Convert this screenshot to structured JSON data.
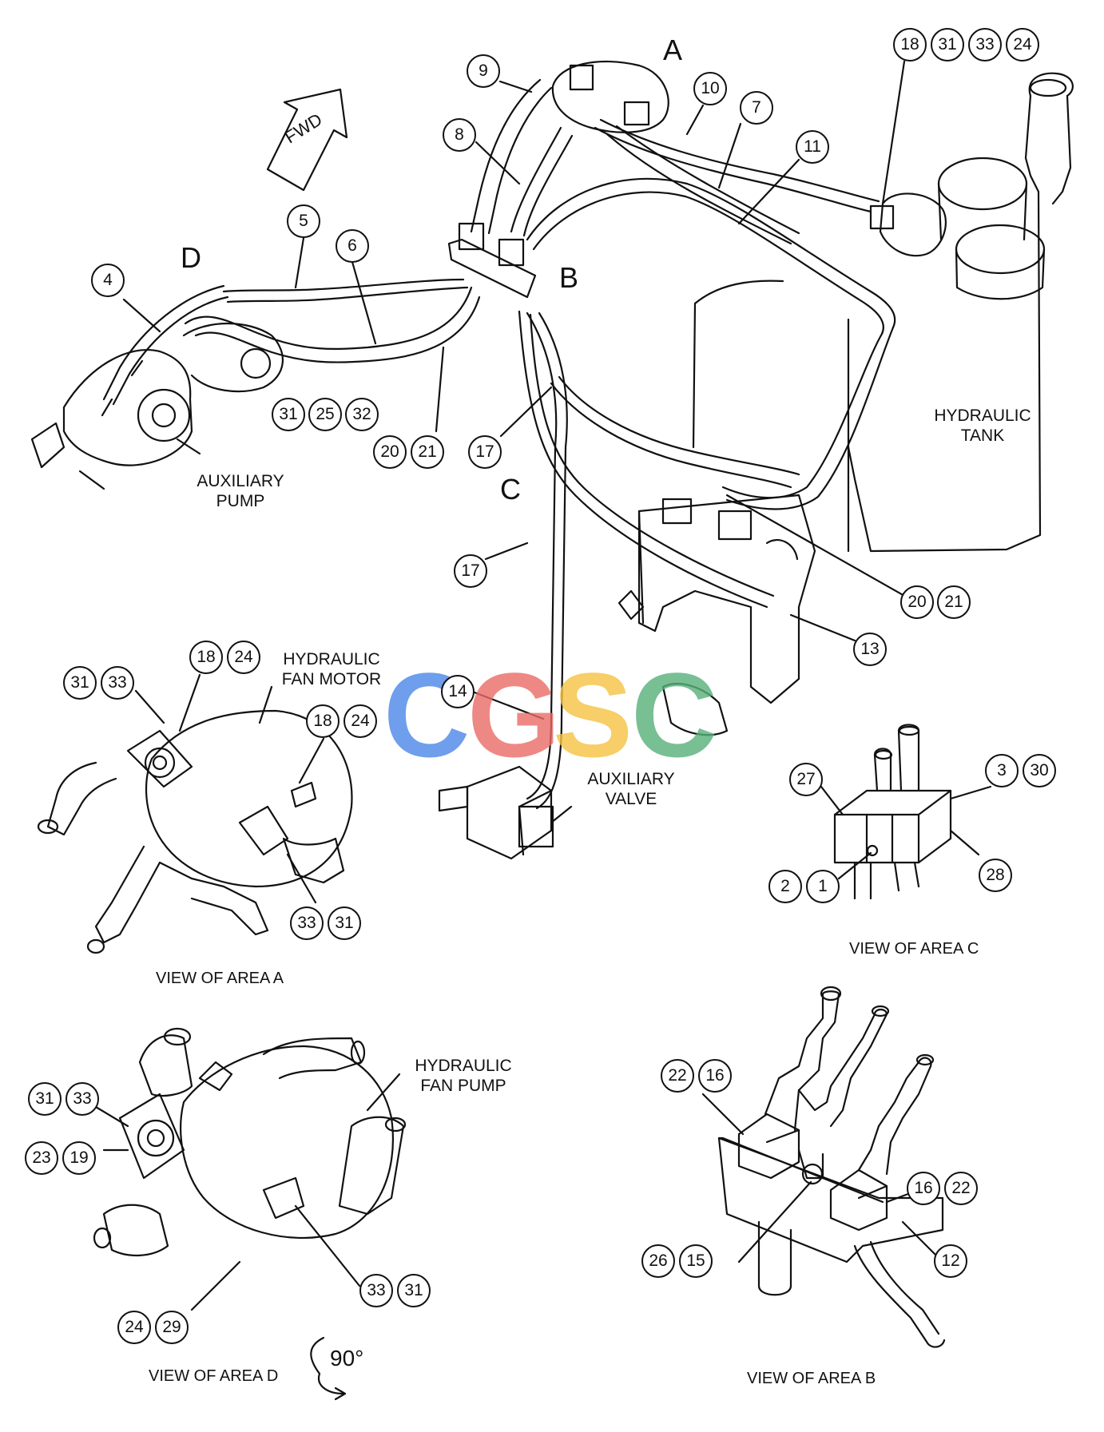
{
  "areas": {
    "a": "A",
    "b": "B",
    "c": "C",
    "d": "D"
  },
  "labels": {
    "fwd": "FWD",
    "auxiliary_pump": "AUXILIARY\nPUMP",
    "hydraulic_tank": "HYDRAULIC\nTANK",
    "hydraulic_fan_motor": "HYDRAULIC\nFAN MOTOR",
    "auxiliary_valve": "AUXILIARY\nVALVE",
    "hydraulic_fan_pump": "HYDRAULIC\nFAN PUMP",
    "rotation": "90°"
  },
  "views": {
    "a": "VIEW OF AREA A",
    "b": "VIEW OF AREA B",
    "c": "VIEW OF AREA C",
    "d": "VIEW OF AREA D"
  },
  "watermark": {
    "letters": [
      "C",
      "G",
      "S",
      "C"
    ],
    "colors": [
      "#4a86e8",
      "#ea6b66",
      "#f6c342",
      "#57b07a"
    ]
  },
  "callouts": {
    "main": {
      "n9": "9",
      "n8": "8",
      "n10": "10",
      "n7": "7",
      "n11": "11",
      "n18": "18",
      "n31": "31",
      "n33": "33",
      "n24": "24",
      "n5": "5",
      "n6": "6",
      "n4": "4",
      "n31b": "31",
      "n25": "25",
      "n32": "32",
      "n20": "20",
      "n21": "21",
      "n17a": "17",
      "n17b": "17",
      "n20b": "20",
      "n21b": "21",
      "n13": "13",
      "n14": "14"
    },
    "view_a": {
      "n31": "31",
      "n33": "33",
      "n18": "18",
      "n24": "24",
      "n18b": "18",
      "n24b": "24",
      "n33b": "33",
      "n31b": "31"
    },
    "view_c": {
      "n27": "27",
      "n3": "3",
      "n30": "30",
      "n2": "2",
      "n1": "1",
      "n28": "28"
    },
    "view_d": {
      "n31": "31",
      "n33": "33",
      "n23": "23",
      "n19": "19",
      "n33b": "33",
      "n31b": "31",
      "n24": "24",
      "n29": "29"
    },
    "view_b": {
      "n22": "22",
      "n16": "16",
      "n16b": "16",
      "n22b": "22",
      "n26": "26",
      "n15": "15",
      "n12": "12"
    }
  }
}
